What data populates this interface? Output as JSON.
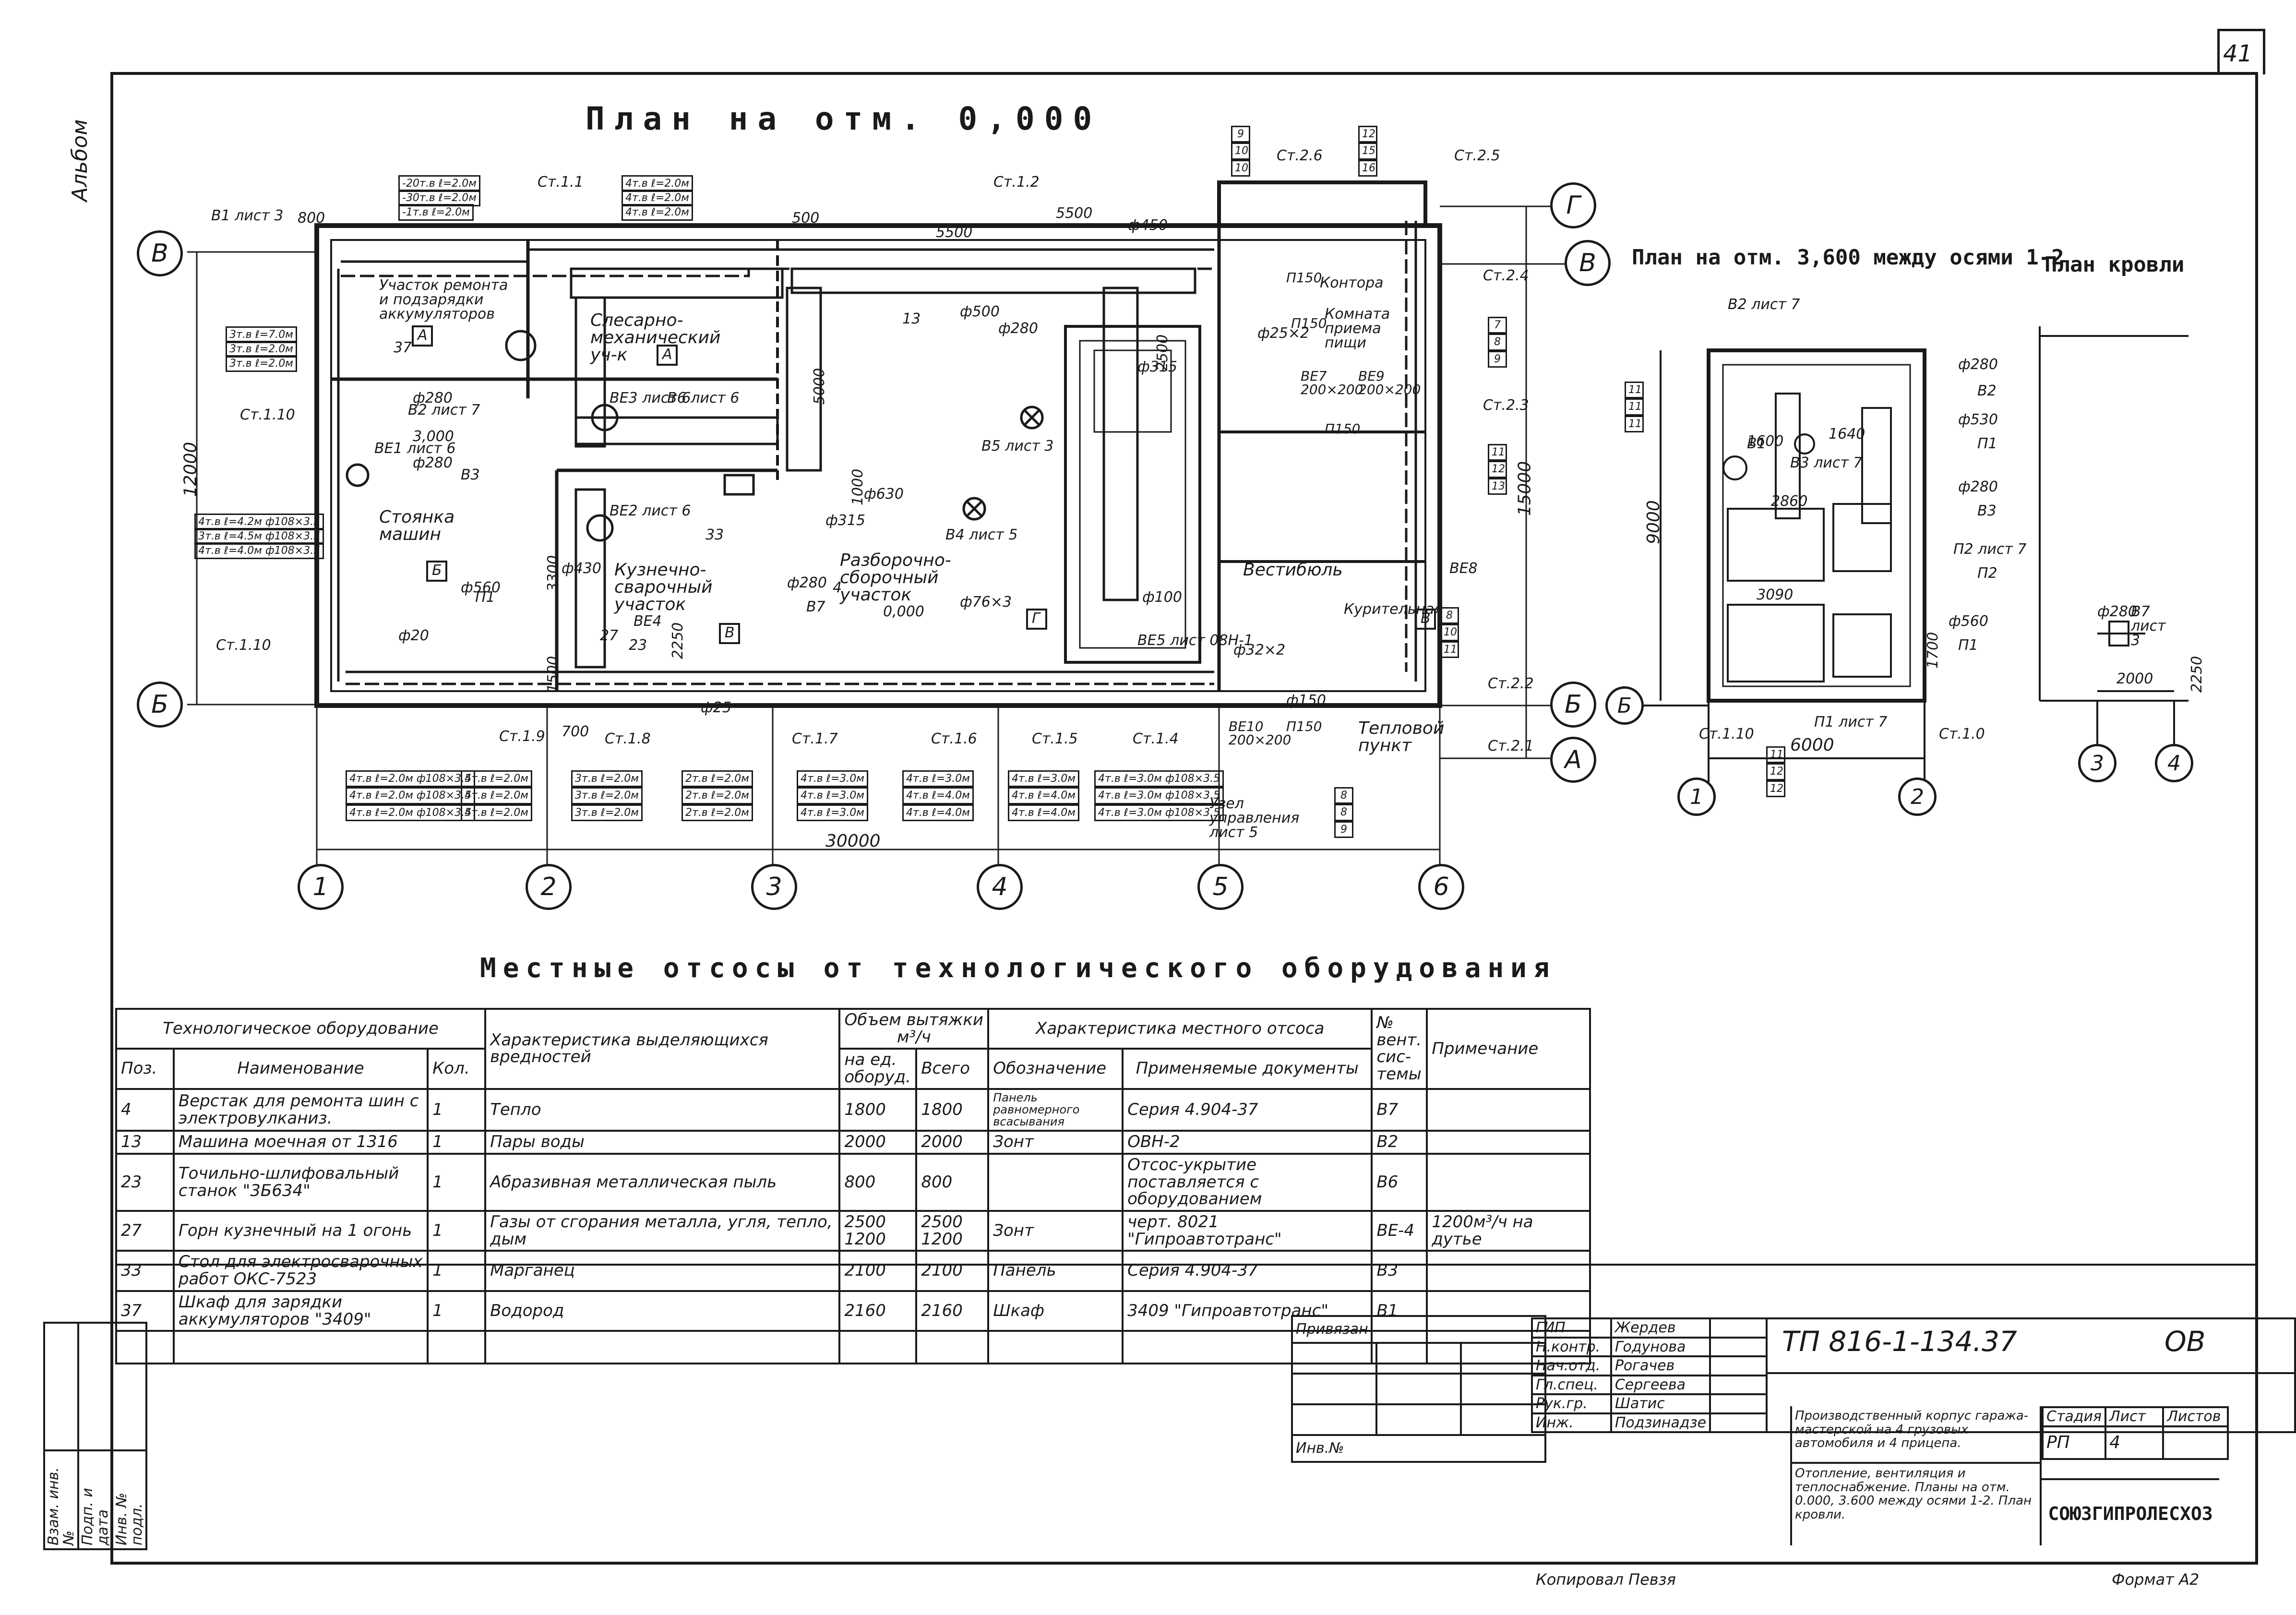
{
  "sheet_number": "41",
  "album_label": "Альбом",
  "plans": {
    "ground_title": "План на отм. 0,000",
    "upper_title": "План на отм. 3,600 между осями 1-2",
    "roof_title": "План кровли"
  },
  "ground_axes_letters": [
    "В",
    "Б",
    "Г",
    "В",
    "Б",
    "А"
  ],
  "ground_axes_numbers": [
    "1",
    "2",
    "3",
    "4",
    "5",
    "6"
  ],
  "ground_dims": {
    "total_width": "30000",
    "height_left": "12000",
    "height_right": "15000",
    "d5500a": "5500",
    "d5500b": "5500",
    "d500": "500",
    "d5000": "5000",
    "d3300": "3300",
    "d3000": "3,000",
    "d2250": "2250",
    "d700": "700",
    "d1500": "1500",
    "d800": "800",
    "d1000": "1000",
    "d2500": "2500"
  },
  "rooms": {
    "battery": "Участок ремонта и подзарядки аккумуляторов",
    "metal": "Слесарно-механический уч-к",
    "dismantle": "Разборочно-сборочный участок",
    "forge": "Кузнечно-сварочный участок",
    "parking": "Стоянка машин",
    "office": "Контора",
    "meal": "Комната приема пищи",
    "vestibule": "Вестибюль",
    "smoking": "Курительная",
    "heat": "Тепловой пункт",
    "control": "Узел управления лист 5",
    "zero": "0,000"
  },
  "room_marks": [
    "А",
    "А",
    "Б",
    "В",
    "Г",
    "В"
  ],
  "risers": [
    "Ст.1.1",
    "Ст.1.2",
    "Ст.2.6",
    "Ст.2.5",
    "Ст.2.4",
    "Ст.2.3",
    "Ст.2.2",
    "Ст.2.1",
    "Ст.1.10",
    "Ст.1.10",
    "Ст.1.9",
    "Ст.1.8",
    "Ст.1.7",
    "Ст.1.6",
    "Ст.1.5",
    "Ст.1.4"
  ],
  "equipment_labels": [
    "В1 лист 3",
    "В2 лист 7",
    "ВЕ1 лист 6",
    "В3",
    "ВЕ2 лист 6",
    "ВЕ3 лист 6",
    "В6 лист 6",
    "В5 лист 3",
    "В4 лист 5",
    "В7",
    "ВЕ4",
    "ВЕ5 лист 08Н-1",
    "ВЕ7 200×200",
    "ВЕ9 200×200",
    "ВЕ8",
    "ВЕ10 200×200",
    "П1",
    "П150",
    "П150",
    "П150",
    "П150"
  ],
  "diameters": [
    "ф280",
    "ф280",
    "ф630",
    "ф450",
    "ф280",
    "ф500",
    "ф315",
    "ф315",
    "ф430",
    "ф560",
    "ф280",
    "ф100",
    "ф150",
    "ф20",
    "ф25",
    "ф32×2",
    "ф25×2",
    "ф76×3"
  ],
  "floor_numbers": [
    "33",
    "23",
    "37",
    "27",
    "4",
    "13"
  ],
  "upper": {
    "labels": [
      "В2 лист 7",
      "В3 лист 7",
      "П2 лист 7",
      "П1",
      "П1 лист 7",
      "ф280",
      "ф530",
      "ф280",
      "ф560",
      "В2",
      "П1",
      "В3",
      "П2",
      "В1"
    ],
    "dims": [
      "1600",
      "1640",
      "2860",
      "3090",
      "1700",
      "6000",
      "9000"
    ],
    "axes": [
      "1",
      "2",
      "Б",
      "Ст.1.10",
      "Ст.1.0"
    ]
  },
  "roof": {
    "labels": [
      "ф280",
      "В7 лист 3"
    ],
    "dims": [
      "2000",
      "2250"
    ],
    "axes": [
      "3",
      "4"
    ]
  },
  "pipe_notes_top": [
    "-20т.в ℓ=2.0м",
    "-30т.в ℓ=2.0м",
    "-1т.в ℓ=2.0м",
    "4т.в ℓ=2.0м",
    "4т.в ℓ=2.0м",
    "4т.в ℓ=2.0м"
  ],
  "pipe_notes_left": [
    "3т.в ℓ=7.0м",
    "3т.в ℓ=2.0м",
    "3т.в ℓ=2.0м"
  ],
  "pipe_notes_left2": [
    "4т.в ℓ=4.2м ф108×3.5",
    "3т.в ℓ=4.5м ф108×3.5",
    "4т.в ℓ=4.0м ф108×3.5"
  ],
  "pipe_notes_bottom": [
    [
      "4т.в ℓ=2.0м ф108×3.5",
      "4т.в ℓ=2.0м ф108×3.5",
      "4т.в ℓ=2.0м ф108×3.5"
    ],
    [
      "4т.в ℓ=2.0м",
      "4т.в ℓ=2.0м",
      "4т.в ℓ=2.0м"
    ],
    [
      "3т.в ℓ=2.0м",
      "3т.в ℓ=2.0м",
      "3т.в ℓ=2.0м"
    ],
    [
      "2т.в ℓ=2.0м",
      "2т.в ℓ=2.0м",
      "2т.в ℓ=2.0м"
    ],
    [
      "4т.в ℓ=3.0м",
      "4т.в ℓ=3.0м",
      "4т.в ℓ=3.0м"
    ],
    [
      "4т.в ℓ=3.0м",
      "4т.в ℓ=4.0м",
      "4т.в ℓ=4.0м"
    ],
    [
      "4т.в ℓ=3.0м",
      "4т.в ℓ=4.0м",
      "4т.в ℓ=4.0м"
    ],
    [
      "4т.в ℓ=3.0м ф108×3.5",
      "4т.в ℓ=3.0м ф108×3.5",
      "4т.в ℓ=3.0м ф108×3.5"
    ]
  ],
  "door_stacks": [
    [
      "9",
      "10",
      "10"
    ],
    [
      "12",
      "15",
      "16"
    ],
    [
      "7",
      "8",
      "9"
    ],
    [
      "11",
      "12",
      "13"
    ],
    [
      "8",
      "10",
      "11"
    ],
    [
      "8",
      "8",
      "9"
    ],
    [
      "11",
      "11",
      "11"
    ],
    [
      "11",
      "12",
      "12"
    ]
  ],
  "table": {
    "title": "Местные отсосы от технологического оборудования",
    "headers": {
      "group_equipment": "Технологическое оборудование",
      "pos": "Поз.",
      "name": "Наименование",
      "qty": "Кол.",
      "hazard": "Характеристика выделяющихся вредностей",
      "volume": "Объем вытяжки м³/ч",
      "per_unit": "на ед. оборуд.",
      "total": "Всего",
      "suction": "Характеристика местного отсоса",
      "designation": "Обозначение",
      "docs": "Применяемые документы",
      "vent_no": "№ вент. сис- темы",
      "note": "Примечание"
    },
    "rows": [
      {
        "pos": "4",
        "name": "Верстак для ремонта шин с электровулканиз.",
        "qty": "1",
        "hazard": "Тепло",
        "per_unit": "1800",
        "total": "1800",
        "designation": "Панель равномерного всасывания",
        "docs": "Серия 4.904-37",
        "vent": "В7",
        "note": ""
      },
      {
        "pos": "13",
        "name": "Машина моечная от 1316",
        "qty": "1",
        "hazard": "Пары воды",
        "per_unit": "2000",
        "total": "2000",
        "designation": "Зонт",
        "docs": "ОВН-2",
        "vent": "В2",
        "note": ""
      },
      {
        "pos": "23",
        "name": "Точильно-шлифовальный станок \"3Б634\"",
        "qty": "1",
        "hazard": "Абразивная металлическая пыль",
        "per_unit": "800",
        "total": "800",
        "designation": "",
        "docs": "Отсос-укрытие поставляется с оборудованием",
        "vent": "В6",
        "note": ""
      },
      {
        "pos": "27",
        "name": "Горн кузнечный на 1 огонь",
        "qty": "1",
        "hazard": "Газы от сгорания металла, угля, тепло, дым",
        "per_unit": "2500 1200",
        "total": "2500 1200",
        "designation": "Зонт",
        "docs": "черт. 8021 \"Гипроавтотранс\"",
        "vent": "ВЕ-4",
        "note": "1200м³/ч на дутье"
      },
      {
        "pos": "33",
        "name": "Стол для электросварочных работ ОКС-7523",
        "qty": "1",
        "hazard": "Марганец",
        "per_unit": "2100",
        "total": "2100",
        "designation": "Панель",
        "docs": "Серия 4.904-37",
        "vent": "В3",
        "note": ""
      },
      {
        "pos": "37",
        "name": "Шкаф для зарядки аккумуляторов \"3409\"",
        "qty": "1",
        "hazard": "Водород",
        "per_unit": "2160",
        "total": "2160",
        "designation": "Шкаф",
        "docs": "3409 \"Гипроавтотранс\"",
        "vent": "В1",
        "note": ""
      }
    ]
  },
  "title_block": {
    "roles": [
      {
        "role": "ГИП",
        "name": "Жердев"
      },
      {
        "role": "Н.контр.",
        "name": "Годунова"
      },
      {
        "role": "Нач.отд.",
        "name": "Рогачев"
      },
      {
        "role": "Гл.спец.",
        "name": "Сергеева"
      },
      {
        "role": "Рук.гр.",
        "name": "Шатис"
      },
      {
        "role": "Инж.",
        "name": "Подзинадзе"
      }
    ],
    "code": "ТП 816-1-134.37",
    "mark": "ОВ",
    "project": "Производственный корпус гаража-мастерской на 4 грузовых автомобиля и 4 прицепа.",
    "drawing": "Отопление, вентиляция и теплоснабжение. Планы на отм. 0.000, 3.600 между осями 1-2. План кровли.",
    "stage_label": "Стадия",
    "sheet_label": "Лист",
    "sheets_label": "Листов",
    "stage": "РП",
    "sheet": "4",
    "org": "СОЮЗГИПРОЛЕСХОЗ",
    "privyazan": "Привязан",
    "inv": "Инв.№"
  },
  "side_stamp": [
    "Взам. инв. №",
    "Подп. и дата",
    "Инв. № подл."
  ],
  "footer": {
    "copied": "Копировал Певзя",
    "format": "Формат А2"
  }
}
